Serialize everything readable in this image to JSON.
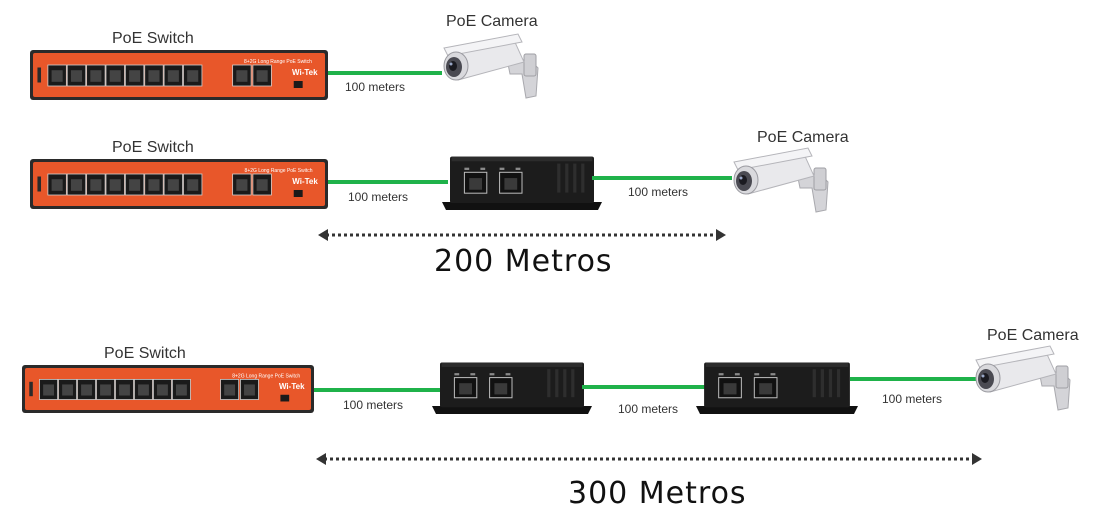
{
  "colors": {
    "cable": "#1fb24a",
    "switch_body": "#e8572a",
    "switch_dark": "#2a2a2a",
    "extender": "#1c1c1c",
    "camera": "#e9e9ec"
  },
  "row1": {
    "switch_label": "PoE Switch",
    "camera_label": "PoE Camera",
    "cable1": "100 meters",
    "switch_text": {
      "model": "8+2G Long Range PoE Switch",
      "brand": "Wi-Tek"
    }
  },
  "row2": {
    "switch_label": "PoE Switch",
    "camera_label": "PoE Camera",
    "cable1": "100 meters",
    "cable2": "100 meters",
    "total": "200 Metros"
  },
  "row3": {
    "switch_label": "PoE Switch",
    "camera_label": "PoE Camera",
    "cable1": "100 meters",
    "cable2": "100 meters",
    "cable3": "100 meters",
    "total": "300 Metros"
  }
}
